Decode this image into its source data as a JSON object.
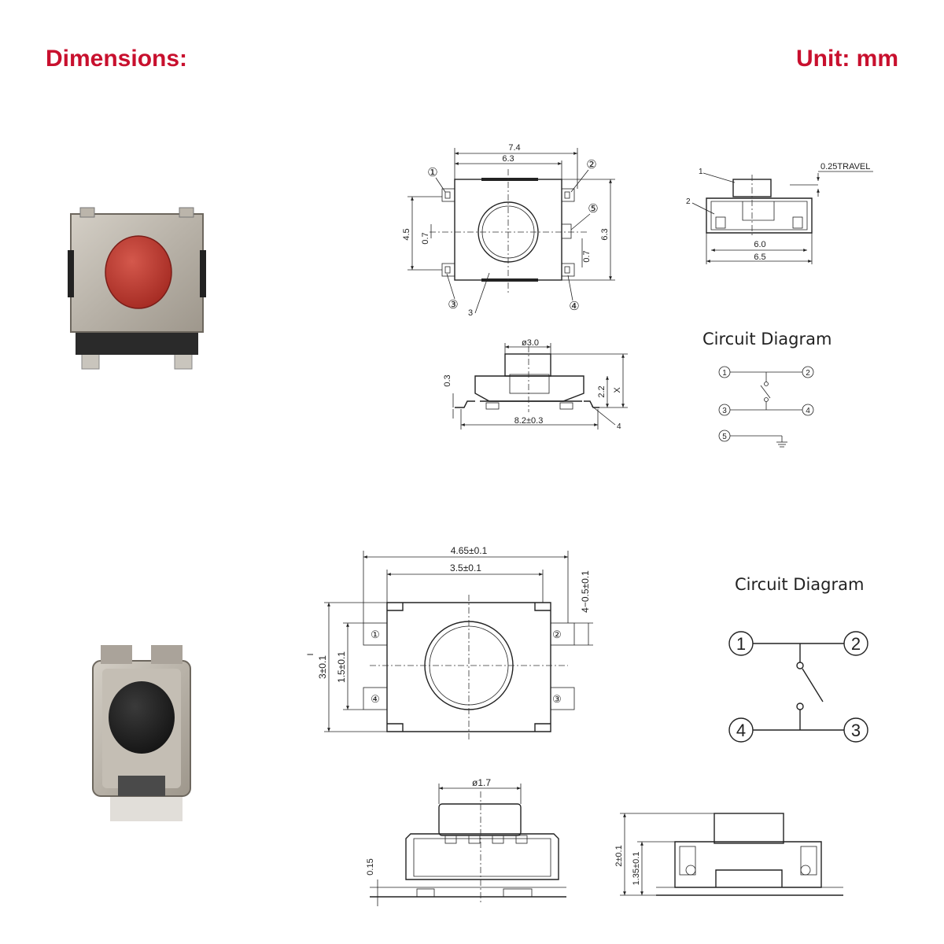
{
  "header": {
    "title": "Dimensions:",
    "unit": "Unit: mm"
  },
  "colors": {
    "accent": "#c8102e",
    "switch_red": "#b8312a",
    "switch_black": "#1c1c1c",
    "metal": "#b8b2a8"
  },
  "switch1": {
    "top_view": {
      "dims": [
        "7.4",
        "6.3",
        "4.5",
        "0.7",
        "0.7",
        "6.3"
      ],
      "pins": [
        "①",
        "②",
        "③",
        "④",
        "⑤"
      ],
      "callout": "3"
    },
    "side_view": {
      "dims": [
        "0.25TRAVEL",
        "6.0",
        "6.5"
      ],
      "callouts": [
        "1",
        "2"
      ]
    },
    "front_view": {
      "dims": [
        "ø3.0",
        "0.3",
        "2.2",
        "X",
        "8.2±0.3"
      ],
      "callout": "4"
    },
    "circuit": {
      "title": "Circuit Diagram",
      "pins": [
        "1",
        "2",
        "3",
        "4",
        "5"
      ]
    }
  },
  "switch2": {
    "top_view": {
      "dims": [
        "4.65±0.1",
        "3.5±0.1",
        "4−0.5±0.1",
        "3±0.1",
        "1.5±0.1",
        "I"
      ],
      "pins": [
        "①",
        "②",
        "③",
        "④"
      ]
    },
    "front_view": {
      "dims": [
        "ø1.7",
        "0.15"
      ]
    },
    "side_view": {
      "dims": [
        "2±0.1",
        "1.35±0.1"
      ]
    },
    "circuit": {
      "title": "Circuit Diagram",
      "pins": [
        "1",
        "2",
        "3",
        "4"
      ]
    }
  }
}
